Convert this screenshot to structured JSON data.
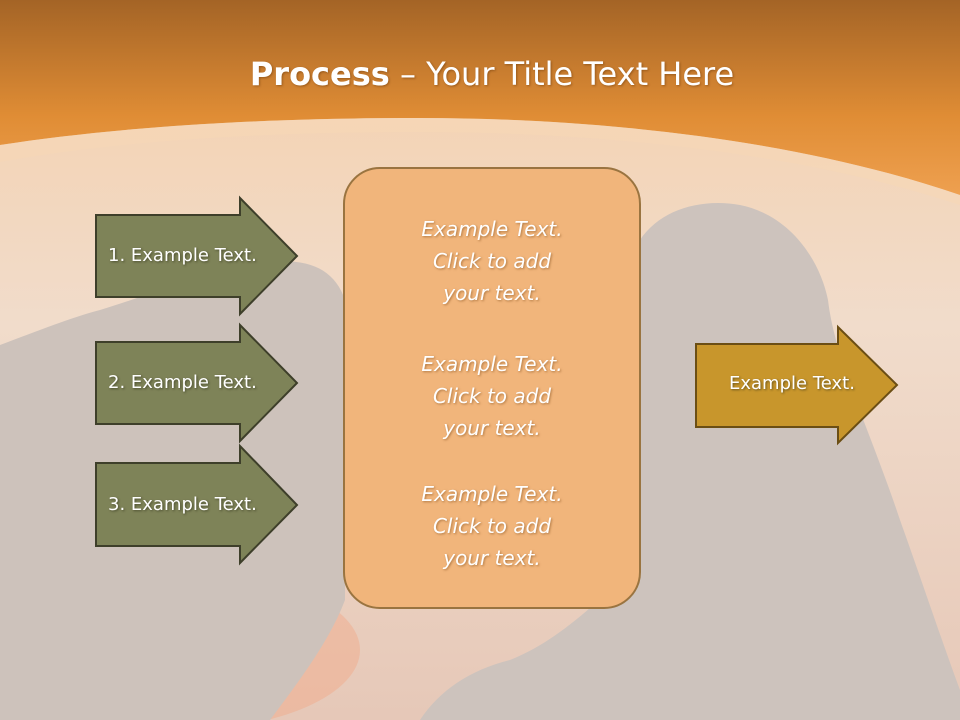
{
  "slide": {
    "title_strong": "Process",
    "title_rest": " – Your Title Text Here"
  },
  "steps": [
    {
      "label": "1. Example Text."
    },
    {
      "label": "2. Example Text."
    },
    {
      "label": "3. Example Text."
    }
  ],
  "center_box": {
    "paragraphs": [
      [
        "Example Text.",
        "Click  to add",
        "your text."
      ],
      [
        "Example Text.",
        "Click  to add",
        "your text."
      ],
      [
        "Example Text.",
        "Click  to add",
        "your text."
      ]
    ]
  },
  "result": {
    "label": "Example Text."
  },
  "colors": {
    "header": "#e8963c",
    "step_fill": "#7e8358",
    "step_stroke": "#3e3f2a",
    "box_fill": "#f1b57b",
    "box_stroke": "#9a7440",
    "result_fill": "#c8962c",
    "result_stroke": "#6b4e14"
  }
}
